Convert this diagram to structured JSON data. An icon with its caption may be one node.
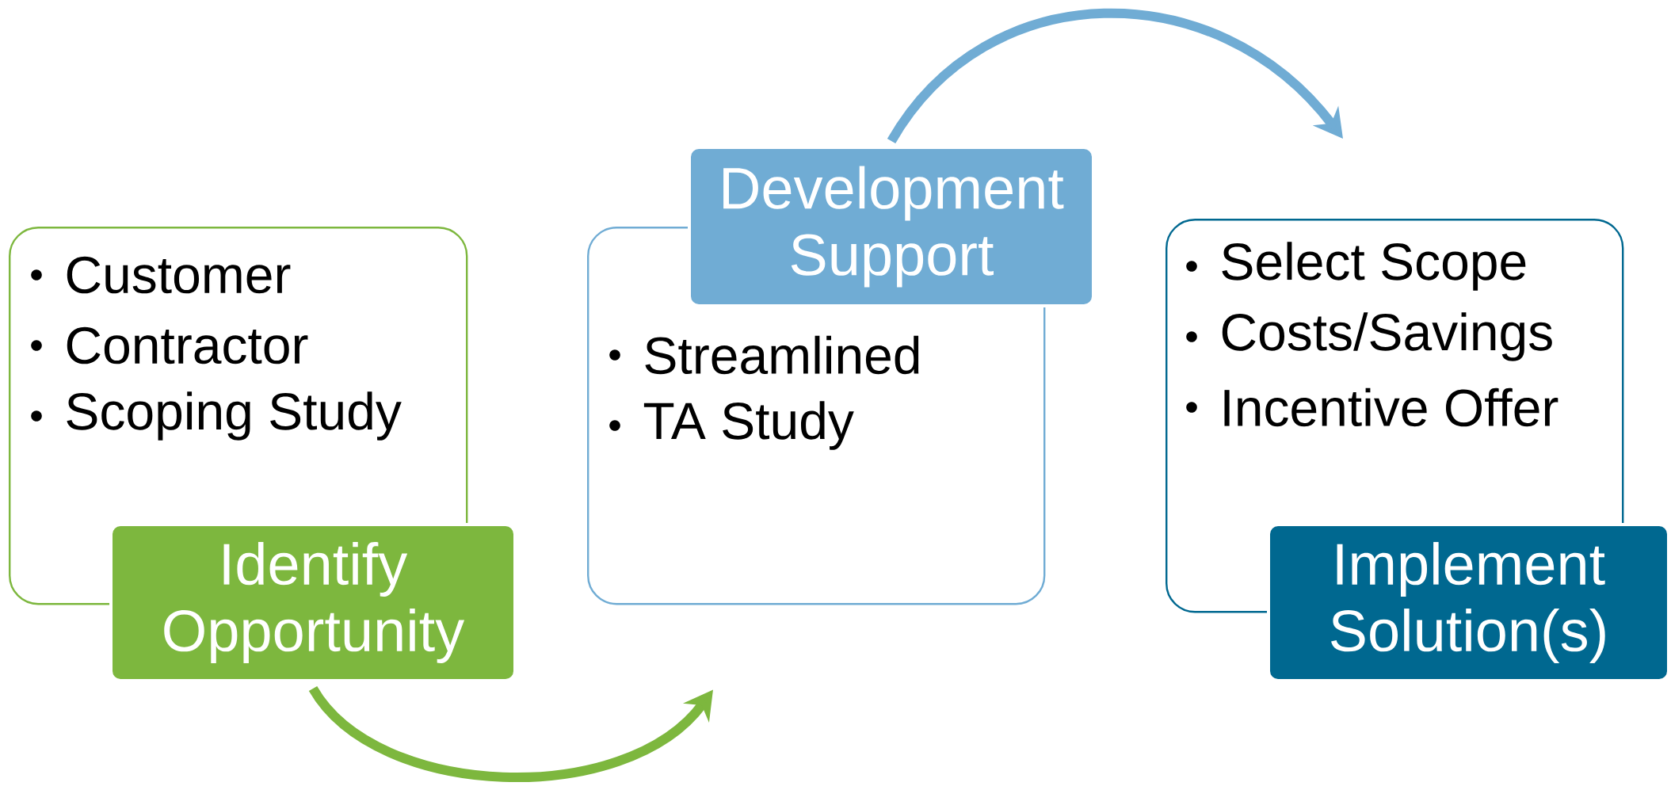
{
  "diagram": {
    "nodes": [
      {
        "text": [
          "Customer",
          "Contractor",
          "Scoping Study"
        ]
      },
      {
        "text": [
          "Identify Opportunity"
        ]
      },
      {
        "text": [
          "Streamlined",
          "TA Study"
        ]
      },
      {
        "text": [
          "Development Support"
        ]
      },
      {
        "text": [
          "Select Scope",
          "Costs/Savings",
          "Incentive Offer"
        ]
      },
      {
        "text": [
          "Implement Solution(s)"
        ]
      }
    ],
    "edges": [
      {
        "from": 1,
        "to": 2,
        "arrow": "to",
        "color": "#7db73e"
      },
      {
        "from": 3,
        "to": 4,
        "arrow": "to",
        "color": "#70acd4"
      }
    ]
  }
}
